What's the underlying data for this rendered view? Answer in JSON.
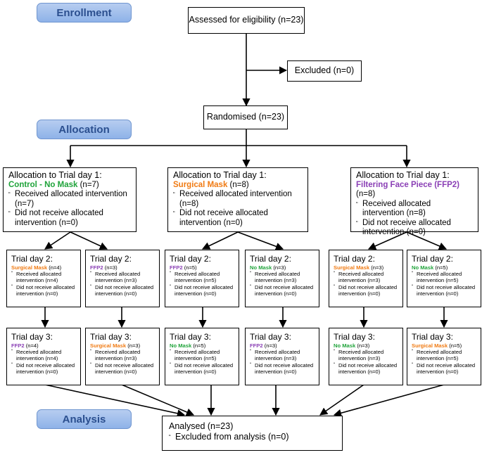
{
  "stages": {
    "enrollment": "Enrollment",
    "allocation": "Allocation",
    "analysis": "Analysis"
  },
  "colors": {
    "control": "#1fa33a",
    "surgical": "#f07a12",
    "ffp2": "#8a3fb5",
    "stage_fill": "#9fbeec",
    "stage_text": "#2b4f8f"
  },
  "assessed": "Assessed for eligibility (n=23)",
  "excluded": "Excluded (n=0)",
  "randomised": "Randomised (n=23)",
  "groups": [
    {
      "title": "Allocation to Trial day 1:",
      "mask": "Control - No Mask",
      "mask_key": "control",
      "n": "(n=7)",
      "received": "Received allocated intervention (n=7)",
      "not_received_1": "Did not receive allocated",
      "not_received_2": "intervention (n=0)"
    },
    {
      "title": "Allocation to Trial day 1:",
      "mask": "Surgical Mask",
      "mask_key": "surgical",
      "n": "(n=8)",
      "received": "Received allocated intervention (n=8)",
      "not_received_1": "Did not receive allocated",
      "not_received_2": "intervention (n=0)"
    },
    {
      "title": "Allocation to Trial day 1:",
      "mask": "Filtering Face Piece (FFP2)",
      "mask_key": "ffp2",
      "n": "(n=8)",
      "received": "Received allocated intervention (n=8)",
      "not_received_1": "Did not receive allocated",
      "not_received_2": "intervention (n=0)"
    }
  ],
  "day2": [
    {
      "title": "Trial day 2:",
      "mask": "Surgical Mask",
      "mask_key": "surgical",
      "n": "(n=4)",
      "recv1": "Received allocated",
      "recv2": "intervention (n=4)",
      "not1": "Did not receive allocated",
      "not2": "intervention (n=0)"
    },
    {
      "title": "Trial day 2:",
      "mask": "FFP2",
      "mask_key": "ffp2",
      "n": "(n=3)",
      "recv1": "Received allocated",
      "recv2": "intervention (n=3)",
      "not1": "Did not receive allocated",
      "not2": "intervention (n=0)"
    },
    {
      "title": "Trial day 2:",
      "mask": "FFP2",
      "mask_key": "ffp2",
      "n": "(n=5)",
      "recv1": "Received allocated",
      "recv2": "intervention (n=5)",
      "not1": "Did not receive allocated",
      "not2": "intervention (n=0)"
    },
    {
      "title": "Trial day 2:",
      "mask": "No Mask",
      "mask_key": "control",
      "n": "(n=3)",
      "recv1": "Received allocated",
      "recv2": "intervention (n=3)",
      "not1": "Did not receive allocated",
      "not2": "intervention (n=0)"
    },
    {
      "title": "Trial day 2:",
      "mask": "Surgical Mask",
      "mask_key": "surgical",
      "n": "(n=3)",
      "recv1": "Received allocated",
      "recv2": "intervention (n=3)",
      "not1": "Did not receive allocated",
      "not2": "intervention (n=0)"
    },
    {
      "title": "Trial day 2:",
      "mask": "No Mask",
      "mask_key": "control",
      "n": "(n=5)",
      "recv1": "Received allocated",
      "recv2": "intervention (n=5)",
      "not1": "Did not receive allocated",
      "not2": "intervention (n=0)"
    }
  ],
  "day3": [
    {
      "title": "Trial day 3:",
      "mask": "FFP2",
      "mask_key": "ffp2",
      "n": "(n=4)",
      "recv1": "Received allocated",
      "recv2": "intervention (n=4)",
      "not1": "Did not receive allocated",
      "not2": "intervention (n=0)"
    },
    {
      "title": "Trial day 3:",
      "mask": "Surgical Mask",
      "mask_key": "surgical",
      "n": "(n=3)",
      "recv1": "Received allocated",
      "recv2": "intervention (n=3)",
      "not1": "Did not receive allocated",
      "not2": "intervention (n=0)"
    },
    {
      "title": "Trial day 3:",
      "mask": "No Mask",
      "mask_key": "control",
      "n": "(n=5)",
      "recv1": "Received allocated",
      "recv2": "intervention (n=5)",
      "not1": "Did not receive allocated",
      "not2": "intervention (n=0)"
    },
    {
      "title": "Trial day 3:",
      "mask": "FFP2",
      "mask_key": "ffp2",
      "n": "(n=3)",
      "recv1": "Received allocated",
      "recv2": "intervention (n=3)",
      "not1": "Did not receive allocated",
      "not2": "intervention (n=0)"
    },
    {
      "title": "Trial day 3:",
      "mask": "No Mask",
      "mask_key": "control",
      "n": "(n=3)",
      "recv1": "Received allocated",
      "recv2": "intervention (n=3)",
      "not1": "Did not receive allocated",
      "not2": "intervention (n=0)"
    },
    {
      "title": "Trial day 3:",
      "mask": "Surgical Mask",
      "mask_key": "surgical",
      "n": "(n=5)",
      "recv1": "Received allocated",
      "recv2": "intervention (n=5)",
      "not1": "Did not receive allocated",
      "not2": "intervention (n=0)"
    }
  ],
  "analysed": "Analysed (n=23)",
  "excluded_analysis": "Excluded from analysis (n=0)"
}
